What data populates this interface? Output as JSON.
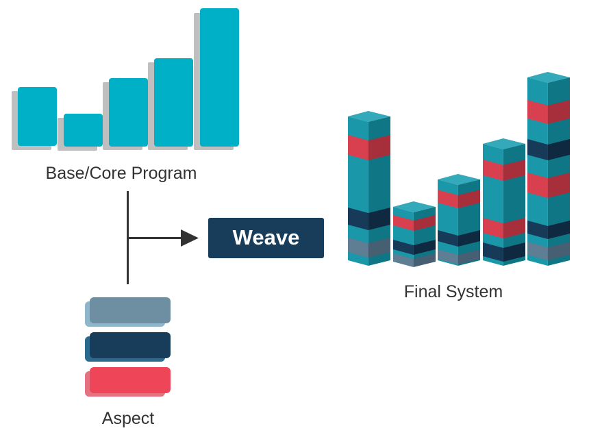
{
  "labels": {
    "base": "Base/Core Program",
    "aspect": "Aspect",
    "final": "Final System",
    "weave": "Weave"
  },
  "colors": {
    "teal": "#00b0c6",
    "tealShadow": "#bfbfbf",
    "pillarFront": "#1a97a8",
    "pillarSide": "#0e7684",
    "pillarTop": "#34a9b9",
    "red": "#d8404f",
    "redSide": "#a72f3c",
    "redTop": "#ee6670",
    "navy": "#163a58",
    "navySide": "#0f2a40",
    "gray": "#5f7d93",
    "graySide": "#475f72",
    "aspectGray": "#6e8fa1",
    "aspectGrayBack": "#8eb5c9",
    "aspectNavy": "#173d5a",
    "aspectNavyBack": "#2a6a8c",
    "aspectRed": "#ef4559",
    "aspectRedBack": "#e67180",
    "weaveBox": "#173d5a",
    "weaveText": "#ffffff",
    "text": "#333333",
    "connector": "#333333"
  }
}
